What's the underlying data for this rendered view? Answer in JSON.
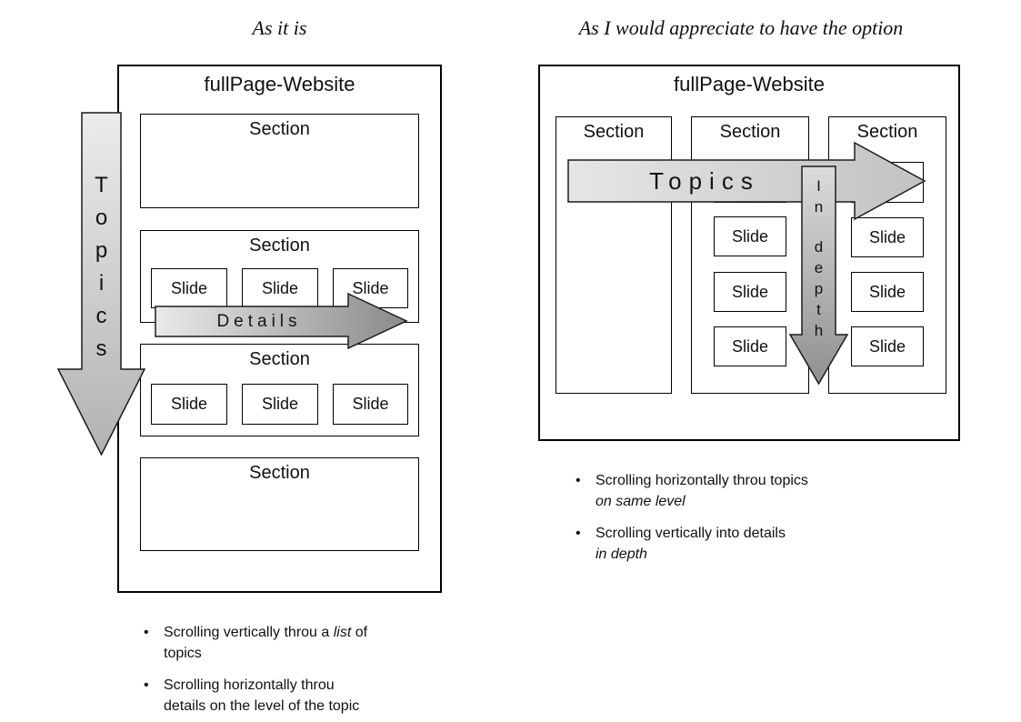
{
  "bullet_char": "•",
  "left_panel": {
    "title": "As it is",
    "website_label": "fullPage-Website",
    "section_label": "Section",
    "slide_label": "Slide",
    "topics_arrow": {
      "label": "Topics",
      "letters": [
        "T",
        "o",
        "p",
        "i",
        "c",
        "s"
      ]
    },
    "details_arrow": {
      "label": "Details"
    },
    "bullets": [
      {
        "line1_pre": "Scrolling vertically throu a ",
        "line1_italic": "list",
        "line1_post": " of",
        "line2": "topics"
      },
      {
        "line1": "Scrolling horizontally throu",
        "line2": "details on the level of the topic"
      }
    ]
  },
  "right_panel": {
    "title": "As I would appreciate to have the option",
    "website_label": "fullPage-Website",
    "section_label": "Section",
    "slide_label": "Slide",
    "topics_arrow": {
      "label": "Topics"
    },
    "indepth_arrow": {
      "label": "In depth",
      "letters": [
        "I",
        "n",
        "d",
        "e",
        "p",
        "t",
        "h"
      ]
    },
    "bullets": [
      {
        "line1": "Scrolling horizontally throu topics",
        "line2_italic": "on same level"
      },
      {
        "line1": "Scrolling vertically into details",
        "line2_italic": "in depth"
      }
    ]
  },
  "colors": {
    "box_border": "#000000",
    "arrow_border": "#1c1c1c",
    "arrow_light": "#ececec",
    "arrow_mid": "#c6c6c6",
    "arrow_dark": "#8a8a8a"
  }
}
